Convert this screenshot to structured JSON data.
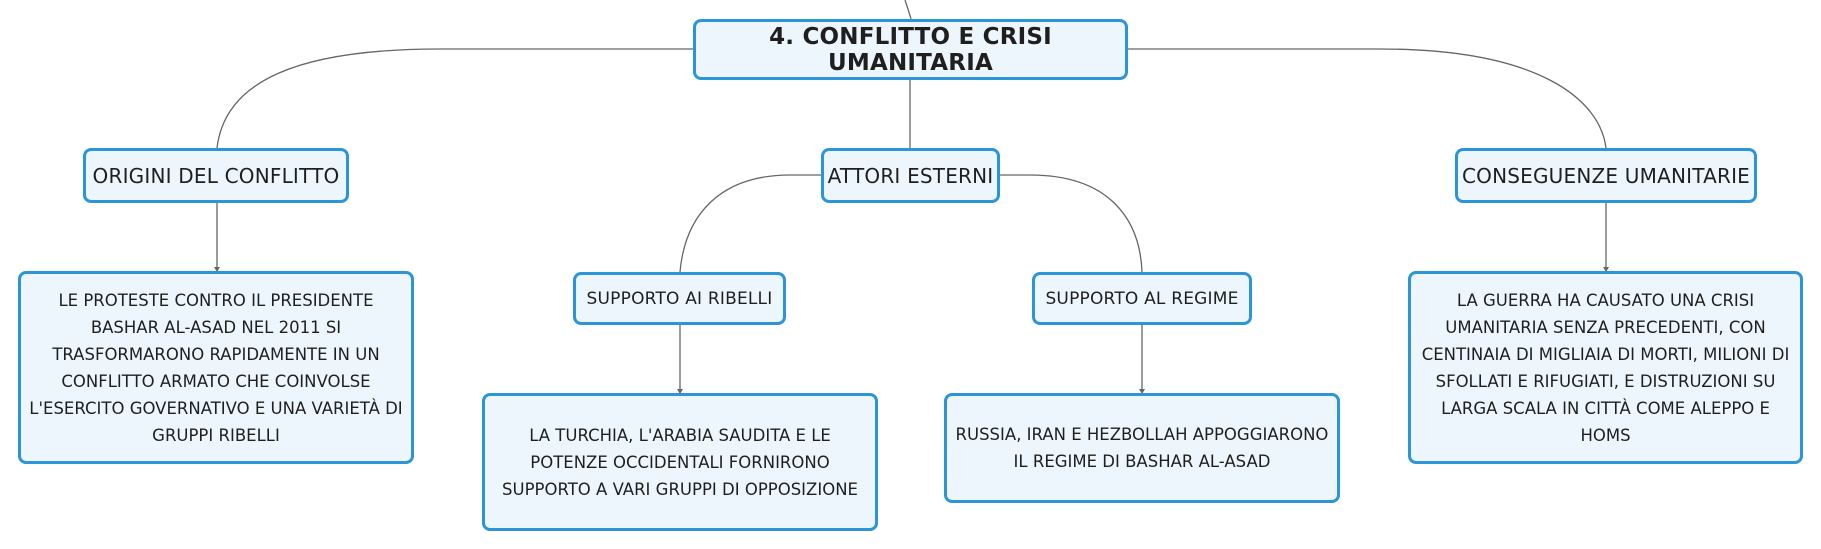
{
  "mindmap": {
    "root": {
      "label": "4. CONFLITTO E CRISI UMANITARIA"
    },
    "origins": {
      "label": "ORIGINI DEL CONFLITTO",
      "detail": "LE PROTESTE CONTRO IL PRESIDENTE BASHAR AL-ASAD NEL 2011 SI TRASFORMARONO RAPIDAMENTE IN UN CONFLITTO ARMATO CHE COINVOLSE L'ESERCITO GOVERNATIVO E UNA VARIETÀ DI GRUPPI RIBELLI"
    },
    "external_actors": {
      "label": "ATTORI ESTERNI",
      "rebels_support": {
        "label": "SUPPORTO AI RIBELLI",
        "detail": "LA TURCHIA, L'ARABIA SAUDITA E LE POTENZE OCCIDENTALI FORNIRONO SUPPORTO A VARI GRUPPI DI OPPOSIZIONE"
      },
      "regime_support": {
        "label": "SUPPORTO AL REGIME",
        "detail": "RUSSIA, IRAN E HEZBOLLAH APPOGGIARONO IL REGIME DI BASHAR AL-ASAD"
      }
    },
    "consequences": {
      "label": "CONSEGUENZE UMANITARIE",
      "detail": "LA GUERRA HA CAUSATO UNA CRISI UMANITARIA SENZA PRECEDENTI, CON CENTINAIA DI MIGLIAIA DI MORTI, MILIONI DI SFOLLATI E RIFUGIATI, E DISTRUZIONI SU LARGA SCALA IN CITTÀ COME ALEPPO E HOMS"
    }
  },
  "colors": {
    "node_border": "#2b95d8",
    "node_fill": "#eef6fd",
    "connector": "#666666"
  }
}
